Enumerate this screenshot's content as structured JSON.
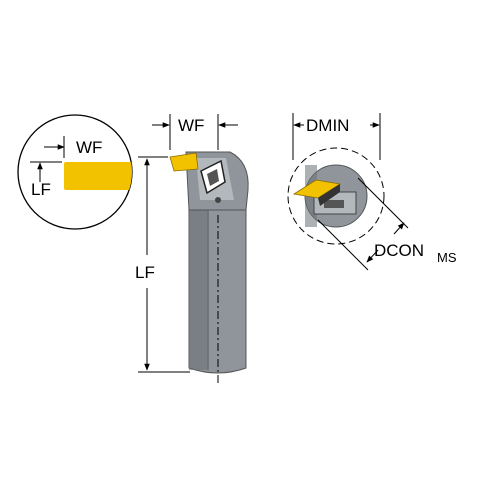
{
  "labels": {
    "inset_wf": "WF",
    "inset_lf": "LF",
    "main_wf": "WF",
    "main_lf": "LF",
    "dmin": "DMIN",
    "dcon": "DCON",
    "dcon_sub": "MS"
  },
  "colors": {
    "insert": "#f2c200",
    "body": "#8f959b",
    "body_dark": "#6b7177",
    "body_light": "#b3b8bd",
    "line": "#000000"
  }
}
